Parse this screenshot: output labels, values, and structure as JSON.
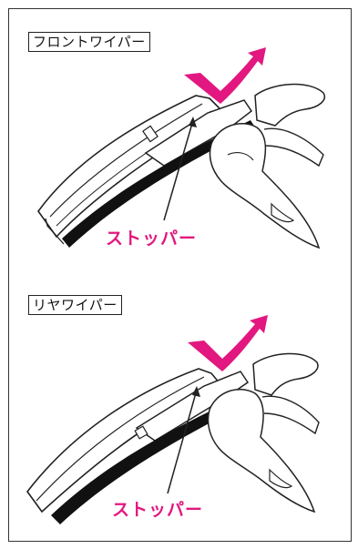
{
  "panels": [
    {
      "label": "フロントワイパー",
      "callout": "ストッパー"
    },
    {
      "label": "リヤワイパー",
      "callout": "ストッパー"
    }
  ],
  "colors": {
    "arrow": "#e2177f",
    "callout_text": "#e2177f",
    "line_art": "#222222",
    "blade_rubber": "#111111",
    "frame_border": "#333333"
  },
  "icons": {
    "direction": "curved-arrow-icon",
    "hand": "hand-icon"
  }
}
